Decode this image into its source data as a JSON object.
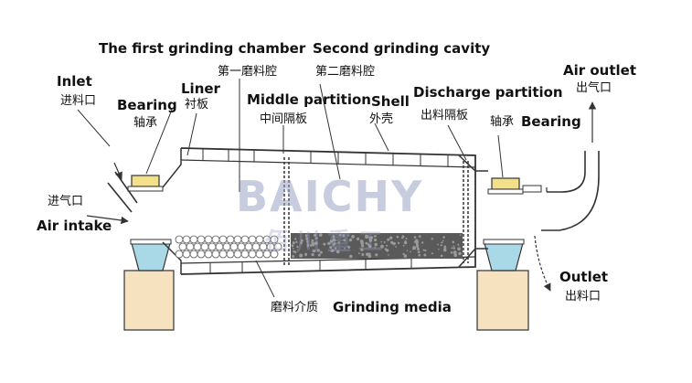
{
  "labels": {
    "first_chamber_en": "The first grinding chamber",
    "first_chamber_zh": "第一磨料腔",
    "second_cavity_en": "Second grinding cavity",
    "second_cavity_zh": "第二磨料腔",
    "inlet_en": "Inlet",
    "inlet_zh": "进料口",
    "bearing_left_en": "Bearing",
    "bearing_left_zh": "轴承",
    "liner_en": "Liner",
    "liner_zh": "衬板",
    "middle_partition_en": "Middle partition",
    "middle_partition_zh": "中间隔板",
    "shell_en": "Shell",
    "shell_zh": "外壳",
    "discharge_partition_en": "Discharge partition",
    "discharge_partition_zh": "出料隔板",
    "bearing_right_zh": "轴承",
    "bearing_right_en": "Bearing",
    "air_outlet_en": "Air outlet",
    "air_outlet_zh": "出气口",
    "air_intake_zh": "进气口",
    "air_intake_en": "Air intake",
    "outlet_en": "Outlet",
    "outlet_zh": "出料口",
    "grinding_media_zh": "磨料介质",
    "grinding_media_en": "Grinding media"
  },
  "watermark": {
    "brand": "BAICHY",
    "sub": "佰川重工"
  },
  "colors": {
    "line": "#333333",
    "bearing_fill": "#f3e08a",
    "support_fill": "#f6e2bf",
    "pedestal_fill": "#a9d8e6",
    "ball_fill": "#ffffff",
    "gravel_fill": "#555555",
    "watermark": "#9aa3c4",
    "watermark_accent": "#e85a2a"
  }
}
